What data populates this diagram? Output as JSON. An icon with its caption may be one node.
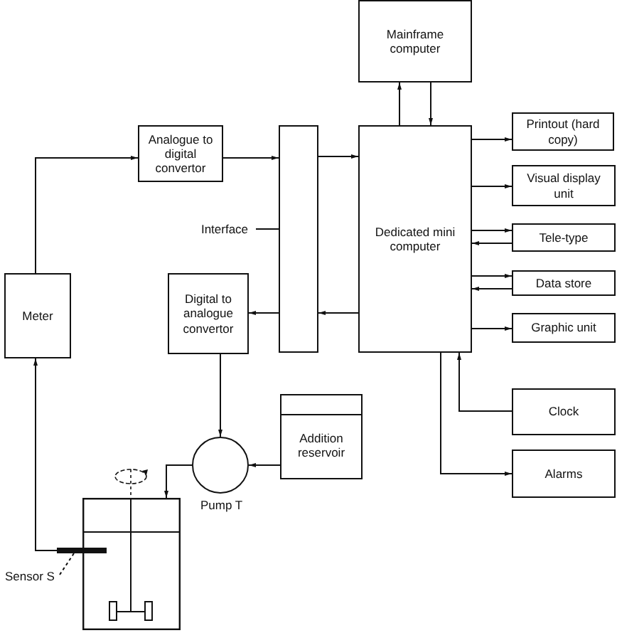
{
  "diagram": {
    "nodes": [
      {
        "text": [
          "Mainframe computer"
        ]
      },
      {
        "text": [
          "Analogue to digital convertor"
        ]
      },
      {
        "text": [],
        "shape": "box"
      },
      {
        "text": [
          "Dedicated mini computer"
        ]
      },
      {
        "text": [
          "Printout (hard copy)"
        ]
      },
      {
        "text": [
          "Visual display unit"
        ]
      },
      {
        "text": [
          "Tele-type"
        ]
      },
      {
        "text": [
          "Data store"
        ]
      },
      {
        "text": [
          "Graphic unit"
        ]
      },
      {
        "text": [
          "Clock"
        ]
      },
      {
        "text": [
          "Alarms"
        ]
      },
      {
        "text": [
          "Meter"
        ]
      },
      {
        "text": [
          "Digital to analogue convertor"
        ]
      },
      {
        "text": [],
        "shape": "circle",
        "beside": [
          "Pump T"
        ]
      },
      {
        "text": [
          "Addition reservoir"
        ]
      },
      {
        "text": [],
        "shape": "tank"
      },
      {
        "text": [],
        "shape": "bar"
      },
      {
        "text": [
          "Interface"
        ]
      },
      {
        "text": [
          "Sensor S"
        ]
      }
    ],
    "edges": [
      {
        "from": 11,
        "to": 1,
        "arrow": "to"
      },
      {
        "from": 1,
        "to": 2,
        "arrow": "to"
      },
      {
        "from": 2,
        "to": 3,
        "arrow": "to"
      },
      {
        "from": 3,
        "to": 2,
        "arrow": "to"
      },
      {
        "from": 2,
        "to": 12,
        "arrow": "to"
      },
      {
        "from": 12,
        "to": 13,
        "arrow": "to"
      },
      {
        "from": 14,
        "to": 13,
        "arrow": "to"
      },
      {
        "from": 13,
        "to": 15,
        "arrow": "to"
      },
      {
        "from": 16,
        "to": 11,
        "arrow": "to"
      },
      {
        "from": 3,
        "to": 0,
        "arrow": "to"
      },
      {
        "from": 0,
        "to": 3,
        "arrow": "to"
      },
      {
        "from": 3,
        "to": 4,
        "arrow": "to"
      },
      {
        "from": 3,
        "to": 5,
        "arrow": "to"
      },
      {
        "from": 3,
        "to": 6,
        "arrow": "to"
      },
      {
        "from": 6,
        "to": 3,
        "arrow": "to"
      },
      {
        "from": 3,
        "to": 7,
        "arrow": "to"
      },
      {
        "from": 7,
        "to": 3,
        "arrow": "to"
      },
      {
        "from": 3,
        "to": 8,
        "arrow": "to"
      },
      {
        "from": 9,
        "to": 3,
        "arrow": "to"
      },
      {
        "from": 3,
        "to": 10,
        "arrow": "to"
      },
      {
        "from": 17,
        "to": 2,
        "arrow": "none"
      },
      {
        "from": 18,
        "to": 16,
        "arrow": "none",
        "style": "dashed"
      }
    ]
  }
}
